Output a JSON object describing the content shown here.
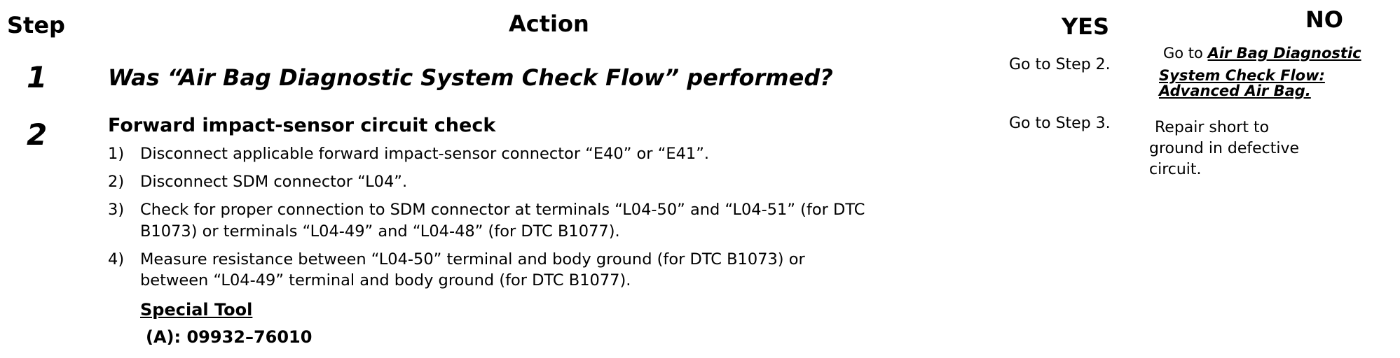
{
  "headers": {
    "step": "Step",
    "action": "Action",
    "yes": "YES",
    "no": "NO"
  },
  "steps": [
    {
      "number": "1",
      "question": "Was “Air Bag Diagnostic System Check Flow” performed?",
      "yes": "Go to Step 2.",
      "no_lines": [
        "Go to Air Bag Diagnostic",
        "System Check Flow:",
        "Advanced Air Bag."
      ]
    },
    {
      "number": "2",
      "title": "Forward impact-sensor circuit check",
      "items": [
        {
          "num": "1)",
          "lines": [
            "Disconnect applicable forward impact-sensor connector “E40” or “E41”."
          ]
        },
        {
          "num": "2)",
          "lines": [
            "Disconnect SDM connector “L04”."
          ]
        },
        {
          "num": "3)",
          "lines": [
            "Check for proper connection to SDM connector at terminals “L04-50” and “L04-51” (for DTC",
            "B1073) or terminals “L04-49” and “L04-48” (for DTC B1077)."
          ]
        },
        {
          "num": "4)",
          "lines": [
            "Measure resistance between “L04-50” terminal and body ground (for DTC B1073) or",
            "between “L04-49” terminal and body ground (for DTC B1077)."
          ]
        }
      ],
      "special_tool_title": "Special Tool",
      "special_tool_code": "(A): 09932–76010",
      "yes": "Go to Step 3.",
      "no_lines": [
        "Repair short to",
        "ground in defective",
        "circuit."
      ]
    }
  ]
}
